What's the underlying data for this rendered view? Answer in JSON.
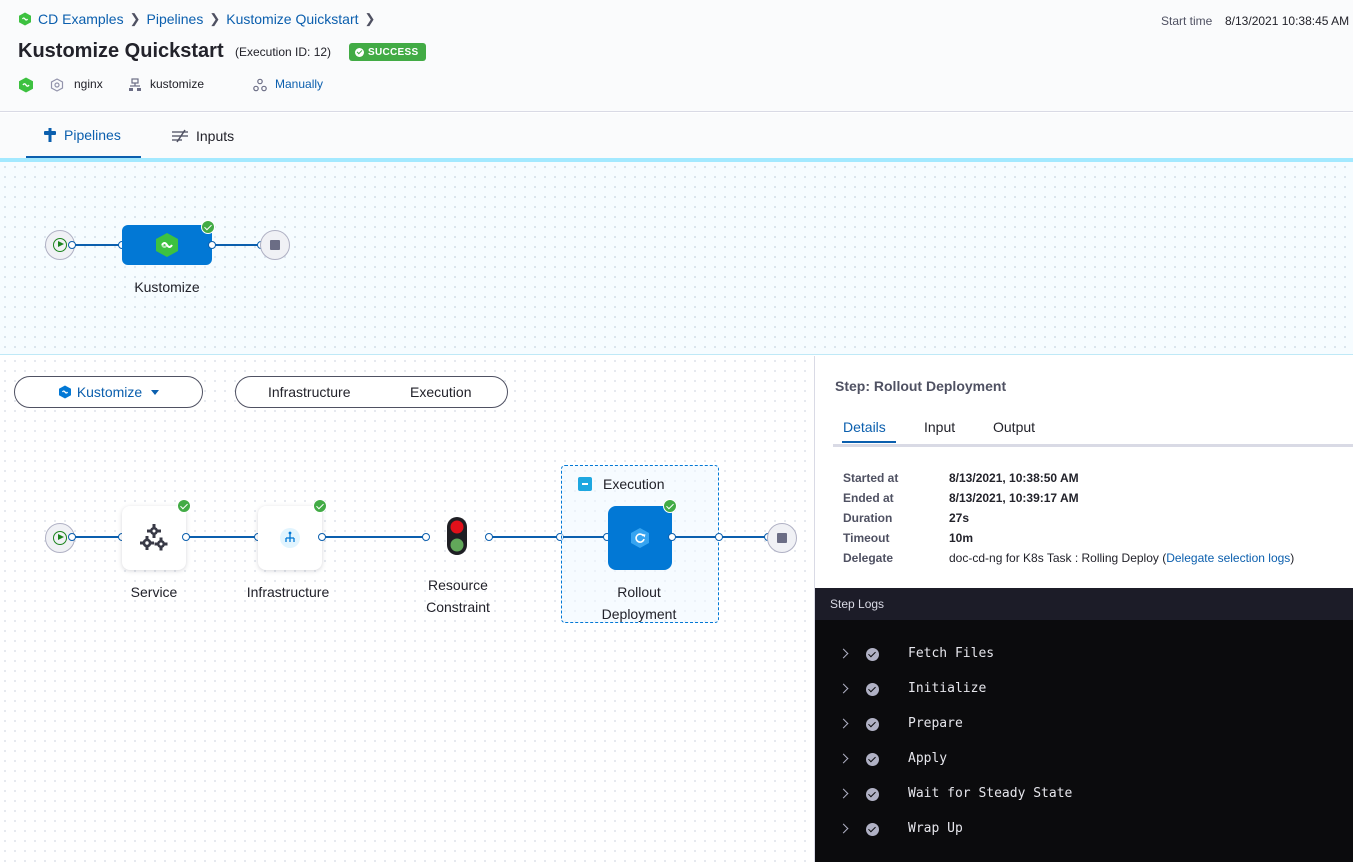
{
  "header": {
    "breadcrumbs": [
      "CD Examples",
      "Pipelines",
      "Kustomize Quickstart"
    ],
    "title": "Kustomize Quickstart",
    "execution_id": "(Execution ID: 12)",
    "status": "SUCCESS",
    "start_time_label": "Start time",
    "start_time_value": "8/13/2021 10:38:45 AM",
    "service": "nginx",
    "environment": "kustomize",
    "trigger": "Manually"
  },
  "tabs": [
    {
      "label": "Pipelines",
      "icon": "pipeline-icon",
      "active": true
    },
    {
      "label": "Inputs",
      "icon": "inputs-icon",
      "active": false
    }
  ],
  "pipeline_graph": {
    "stage": {
      "label": "Kustomize",
      "status": "success",
      "icon": "kustomize-icon"
    }
  },
  "stage_view": {
    "stage_selector": "Kustomize",
    "stage_tabs": [
      "Infrastructure",
      "Execution"
    ],
    "nodes": [
      {
        "label": "Service",
        "icon": "gears-icon",
        "status": "success"
      },
      {
        "label": "Infrastructure",
        "icon": "infrastructure-icon",
        "status": "success"
      },
      {
        "label_line1": "Resource",
        "label_line2": "Constraint",
        "icon": "traffic-light-icon"
      },
      {
        "label_line1": "Rollout",
        "label_line2": "Deployment",
        "icon": "rollout-icon",
        "status": "success"
      }
    ],
    "execution_group_title": "Execution"
  },
  "step_panel": {
    "title": "Step: Rollout Deployment",
    "tabs": [
      "Details",
      "Input",
      "Output"
    ],
    "details": [
      {
        "key": "Started at",
        "value": "8/13/2021, 10:38:50 AM"
      },
      {
        "key": "Ended at",
        "value": "8/13/2021, 10:39:17 AM"
      },
      {
        "key": "Duration",
        "value": "27s"
      },
      {
        "key": "Timeout",
        "value": "10m"
      },
      {
        "key": "Delegate",
        "value": "doc-cd-ng for K8s Task : Rolling Deploy (",
        "link": "Delegate selection logs",
        "suffix": ")"
      }
    ],
    "logs_title": "Step Logs",
    "logs": [
      "Fetch Files",
      "Initialize",
      "Prepare",
      "Apply",
      "Wait for Steady State",
      "Wrap Up"
    ]
  },
  "colors": {
    "brand_blue": "#0278d5",
    "link_blue": "#0b5fae",
    "success_green": "#42ab45",
    "log_bg": "#0b0b0d"
  }
}
